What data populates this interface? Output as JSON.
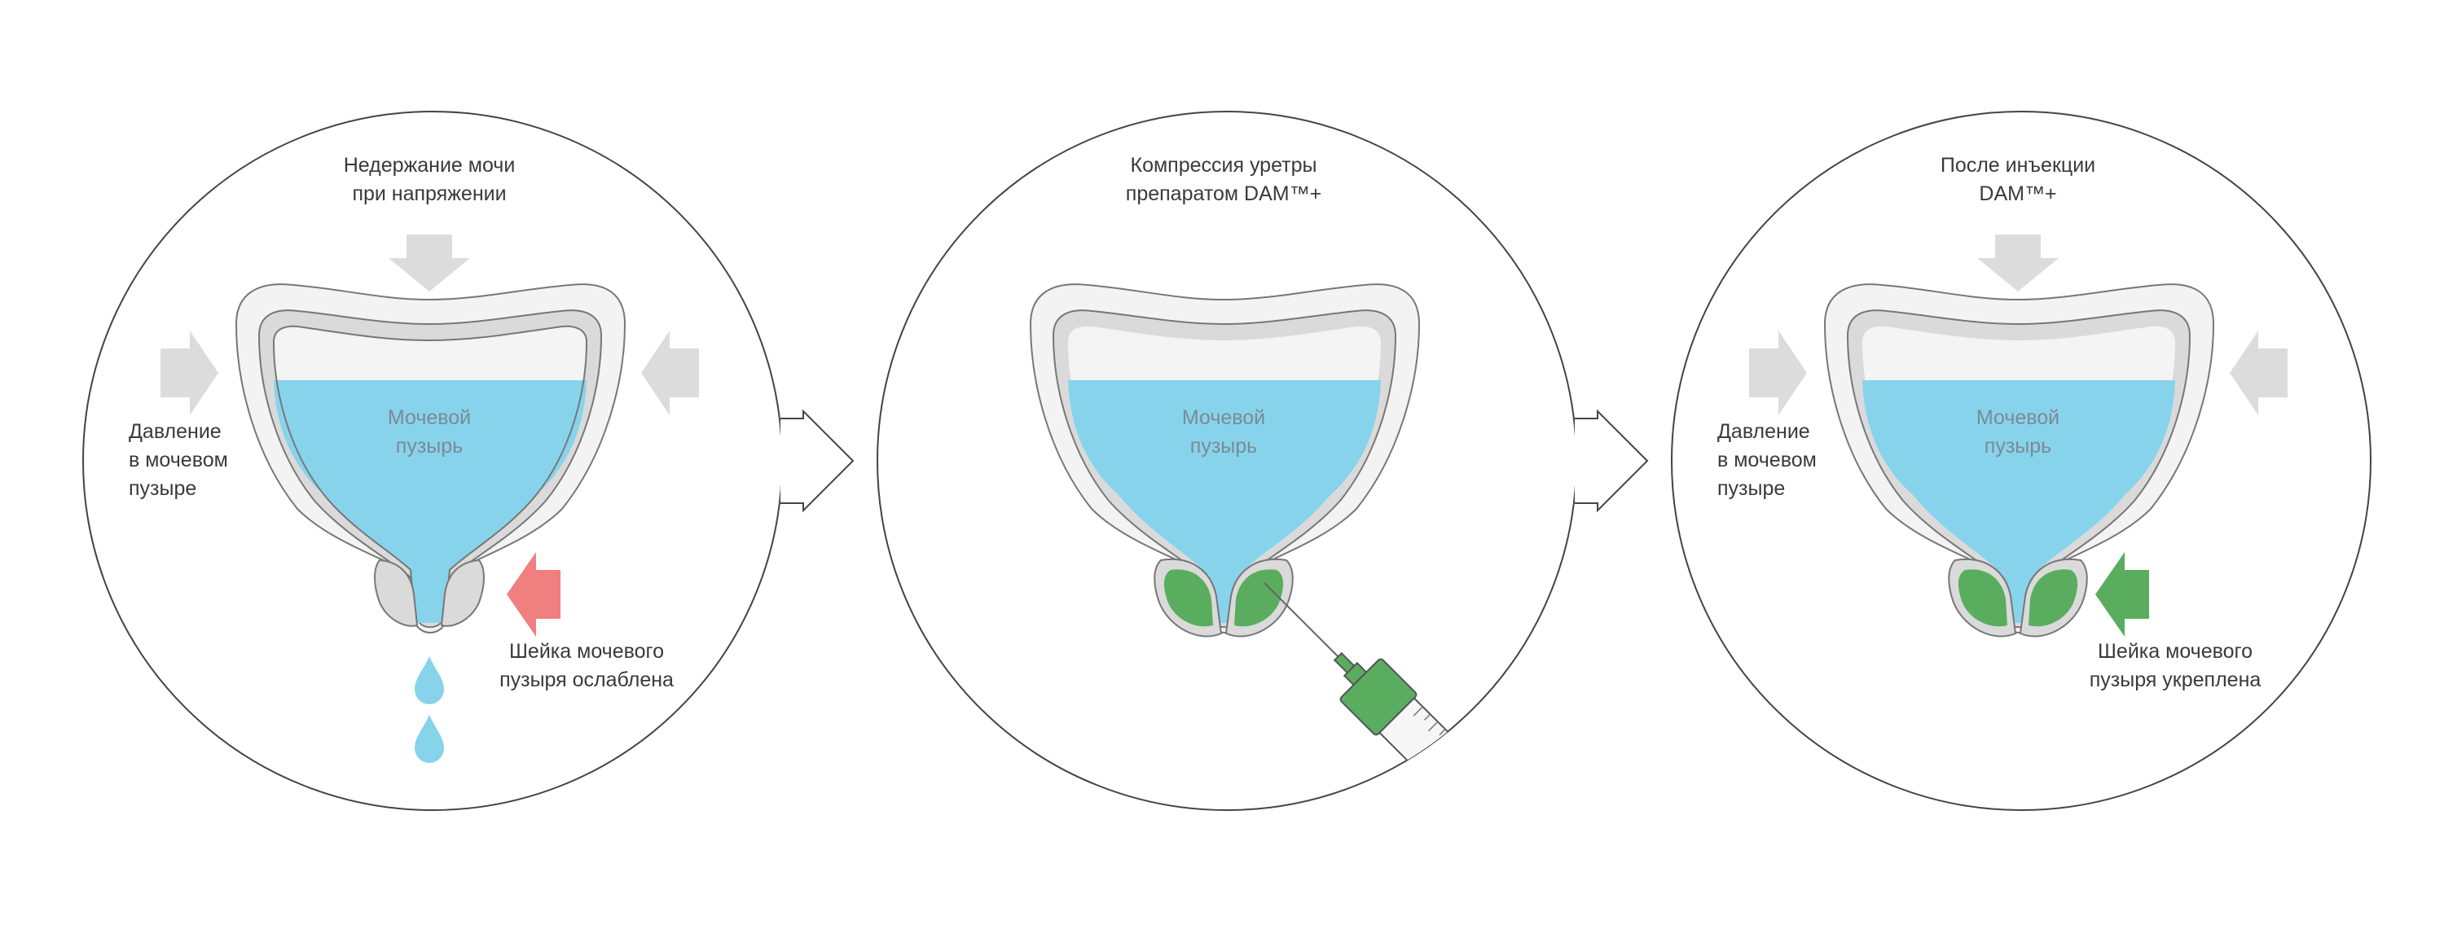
{
  "panels": [
    {
      "id": "before",
      "top_caption": [
        "Недержание мочи",
        "при напряжении"
      ],
      "bladder_label": [
        "Мочевой",
        "пузырь"
      ],
      "pressure_label": [
        "Давление",
        "в мочевом",
        "пузыре"
      ],
      "neck_caption": [
        "Шейка мочевого",
        "пузыря ослаблена"
      ],
      "neck_arrow_color": "#f07f7f",
      "bulking": false,
      "drops": true,
      "syringe": false
    },
    {
      "id": "injection",
      "top_caption": [
        "Компрессия уретры",
        "препаратом DAM™+"
      ],
      "bladder_label": [
        "Мочевой",
        "пузырь"
      ],
      "bulking": true,
      "drops": false,
      "syringe": true
    },
    {
      "id": "after",
      "top_caption": [
        "После инъекции",
        "DAM™+"
      ],
      "bladder_label": [
        "Мочевой",
        "пузырь"
      ],
      "pressure_label": [
        "Давление",
        "в мочевом",
        "пузыре"
      ],
      "neck_caption": [
        "Шейка мочевого",
        "пузыря укреплена"
      ],
      "neck_arrow_color": "#5aad5e",
      "bulking": true,
      "drops": false,
      "syringe": false
    }
  ],
  "colors": {
    "circle_stroke": "#444444",
    "wall_fill": "#f3f3f3",
    "wall_inner": "#dadada",
    "wall_stroke": "#777777",
    "urine": "#87d3ec",
    "pressure_arrow": "#dcdcdc",
    "bulking_agent": "#5aad5e",
    "drop": "#87d3ec"
  },
  "icons": [
    "pressure-arrow-icon",
    "flow-arrow-icon",
    "syringe-icon",
    "urine-drop-icon"
  ]
}
